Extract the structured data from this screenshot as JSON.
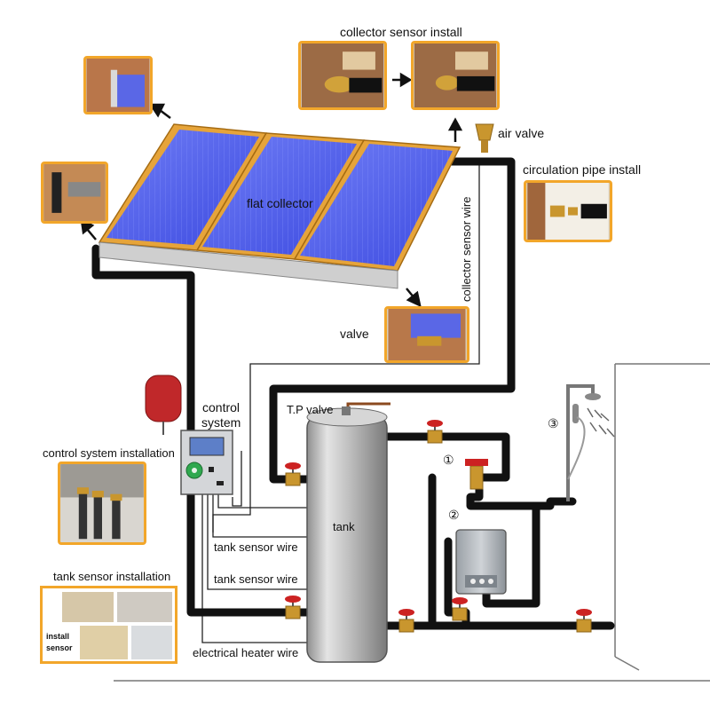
{
  "labels": {
    "collector_sensor_install": "collector sensor install",
    "air_valve": "air valve",
    "circulation_pipe_install": "circulation pipe install",
    "flat_collector": "flat collector",
    "collector_sensor_wire": "collector sensor wire",
    "valve": "valve",
    "control_system_line1": "control",
    "control_system_line2": "system",
    "control_system_installation": "control system installation",
    "tp_valve": "T.P valve",
    "tank": "tank",
    "tank_sensor_wire_1": "tank sensor wire",
    "tank_sensor_wire_2": "tank sensor wire",
    "tank_sensor_installation": "tank sensor installation",
    "install_sensor_line1": "install",
    "install_sensor_line2": "sensor",
    "electrical_heater_wire": "electrical heater wire"
  },
  "markers": {
    "one": "①",
    "two": "②",
    "three": "③"
  },
  "colors": {
    "pipe": "#111111",
    "panel_blue": "#5566ee",
    "frame_orange": "#e6a43a",
    "tank_silver": "#c9c9c9",
    "valve_red": "#cc2222",
    "brass": "#c9962e",
    "expansion_red": "#c0282a",
    "inset_border": "#f2a62a"
  }
}
